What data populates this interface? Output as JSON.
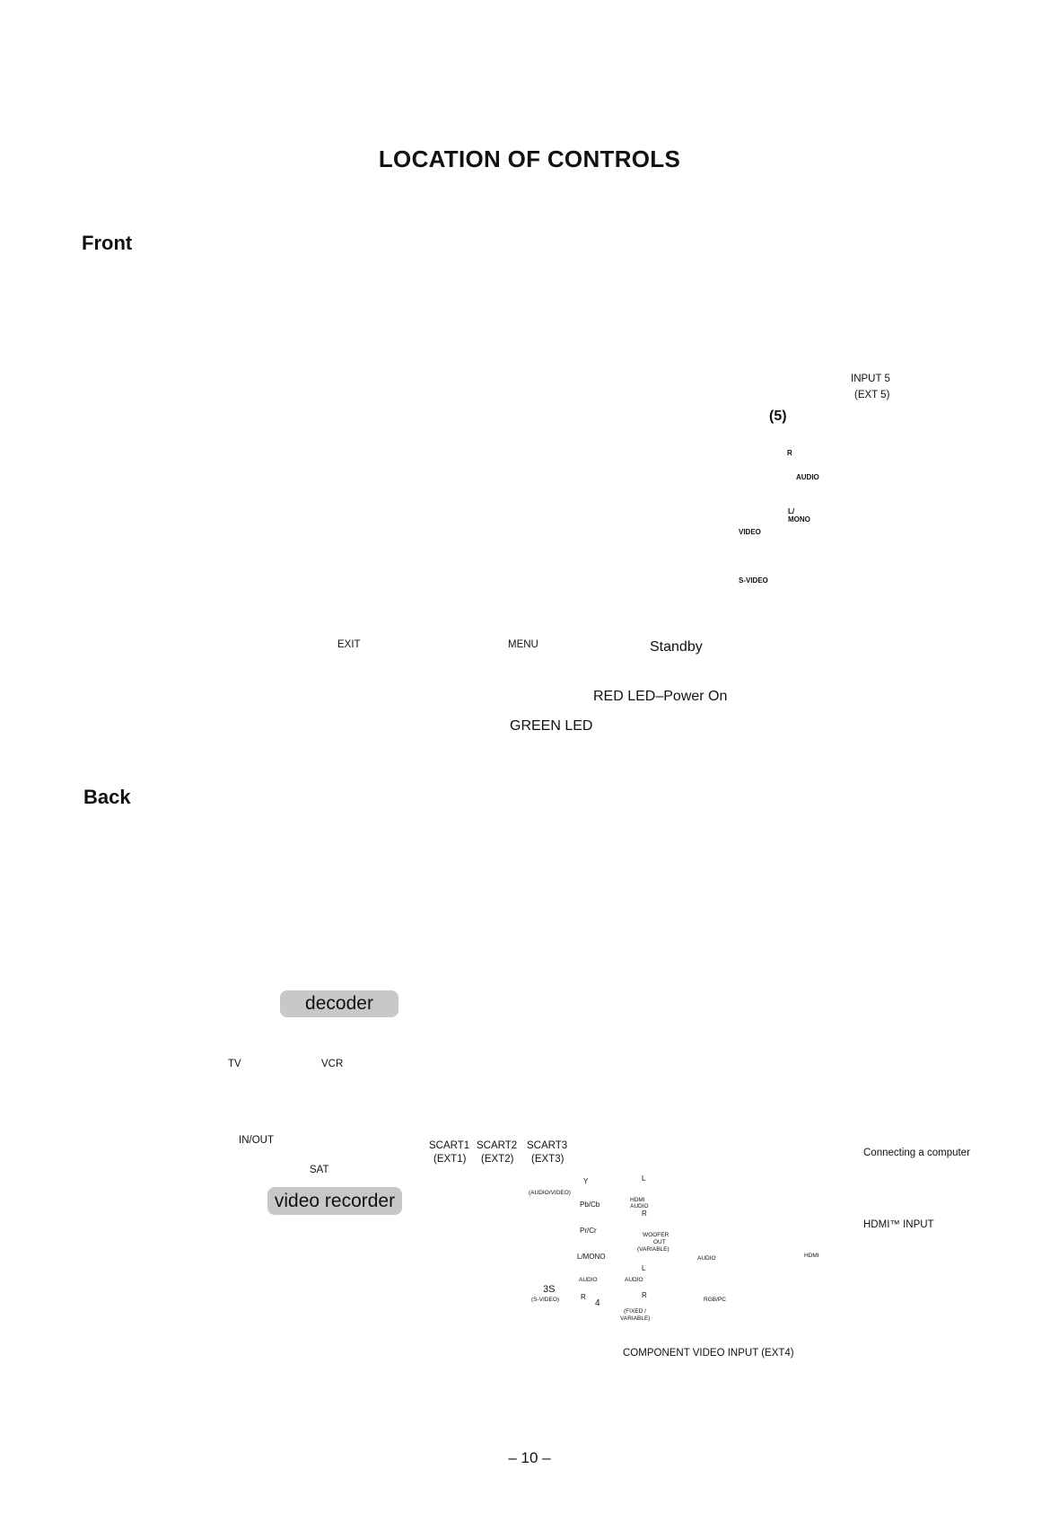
{
  "page": {
    "title": "LOCATION OF CONTROLS",
    "page_number": "– 10 –"
  },
  "front": {
    "heading": "Front",
    "panel_buttons": [
      "EXIT",
      "MENU"
    ],
    "callouts": {
      "standby": "Standby",
      "red_led": "RED  LED–Power On",
      "green_led": "GREEN  LED",
      "input5_line1": "INPUT 5",
      "input5_line2": "(EXT 5)"
    },
    "side_panel": {
      "input_number": "(5)",
      "r": "R",
      "audio": "AUDIO",
      "l_mono_1": "L/",
      "l_mono_2": "MONO",
      "video": "VIDEO",
      "s_video": "S-VIDEO"
    }
  },
  "back": {
    "heading": "Back",
    "decoder": {
      "label": "decoder",
      "tv": "TV",
      "vcr": "VCR"
    },
    "video_recorder": {
      "label": "video  recorder",
      "in_out": "IN/OUT",
      "sat": "SAT"
    },
    "scarts": [
      {
        "line1": "SCART1",
        "line2": "(EXT1)"
      },
      {
        "line1": "SCART2",
        "line2": "(EXT2)"
      },
      {
        "line1": "SCART3",
        "line2": "(EXT3)"
      }
    ],
    "scart3_sub": "(AUDIO/VIDEO)",
    "ext3s": "3S",
    "ext3s_sub": "(S-VIDEO)",
    "component": {
      "y": "Y",
      "pb": "Pb/Cb",
      "pr": "Pr/Cr",
      "lmono": "L/MONO",
      "audio": "AUDIO",
      "r": "R",
      "num": "4"
    },
    "audio_out": {
      "hdmi_audio_1": "HDMI",
      "hdmi_audio_2": "AUDIO",
      "woofer_1": "WOOFER",
      "woofer_2": "OUT",
      "woofer_3": "(VARIABLE)",
      "audio": "AUDIO",
      "fixed_1": "(FIXED /",
      "fixed_2": "VARIABLE)",
      "l": "L",
      "r": "R"
    },
    "pc": {
      "audio": "AUDIO",
      "rgbpc": "RGB/PC"
    },
    "hdmi_port": "HDMI",
    "callouts": {
      "computer": "Connecting a computer",
      "hdmi": "HDMI™ INPUT",
      "component": "COMPONENT VIDEO INPUT (EXT4)"
    }
  }
}
